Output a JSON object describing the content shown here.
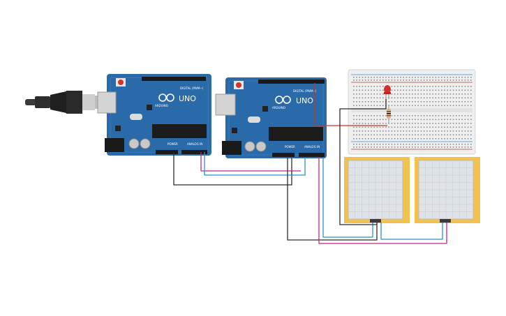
{
  "boards": [
    {
      "brand": "ARDUINO",
      "model": "UNO",
      "digital_header": "DIGITAL (PWM~)",
      "power_label": "POWER",
      "analog_label": "ANALOG IN"
    },
    {
      "brand": "ARDUINO",
      "model": "UNO",
      "digital_header": "DIGITAL (PWM~)",
      "power_label": "POWER",
      "analog_label": "ANALOG IN"
    }
  ],
  "colors": {
    "board": "#2b6aa8",
    "board_dark": "#1d4f80",
    "wire_black": "#2b2b2b",
    "wire_red": "#c0392b",
    "wire_magenta": "#c2268a",
    "wire_blue": "#2a93c9",
    "pad_yellow": "#f2c14e",
    "breadboard": "#f1f1f1",
    "led": "#d1302b"
  }
}
